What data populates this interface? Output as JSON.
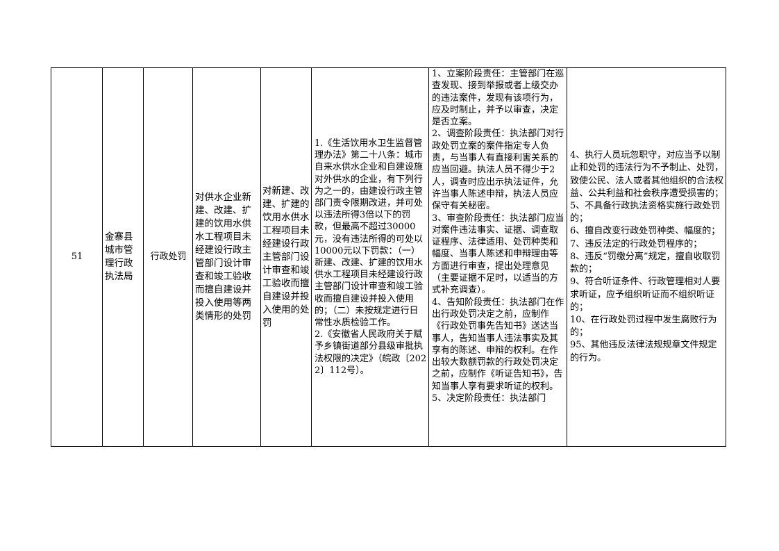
{
  "row": {
    "number": "51",
    "department": "金寨县城市管理行政执法局",
    "power_type": "行政处罚",
    "item_name": "对供水企业新建、改建、扩建的饮用水供水工程项目未经建设行政主管部门设计审查和竣工验收而擅自建设并投入使用等两类情形的处罚",
    "sub_item": "对新建、改建、扩建的饮用水供水工程项目未经建设行政主管部门设计审查和竣工验收而擅自建设并投入使用的处罚",
    "legal_basis": "1.《生活饮用水卫生监督管理办法》第二十八条：城市自来水供水企业和自建设施对外供水的企业，有下列行为之一的，由建设行政主管部门责令限期改进，并可处以违法所得3倍以下的罚款，但最高不超过30000元，没有违法所得的可处以10000元以下罚款：（一）新建、改建、扩建的饮用水供水工程项目未经建设行政主管部门设计审查和竣工验收而擅自建设并投入使用的；（二）未按规定进行日常性水质检验工作。\n2.《安徽省人民政府关于赋予乡镇街道部分县级审批执法权限的决定》（皖政〔2022〕112号）。",
    "responsibility": "1、立案阶段责任：主管部门在巡查发现、接到举报或者上级交办的违法案件，发现有该项行为，应及时制止，并予以审查，决定是否立案。\n2、调查阶段责任：执法部门对行政处罚立案的案件指定专人负责，与当事人有直接利害关系的应当回避。执法人员不得少于2人，调查时应出示执法证件，允许当事人陈述申辩，执法人员应保守有关秘密。\n3、审查阶段责任：执法部门应当对案件违法事实、证据、调查取证程序、法律适用、处罚种类和幅度、当事人陈述和申辩理由等方面进行审查，提出处理意见（主要证据不足时，以适当的方式补充调查）。\n4、告知阶段责任：执法部门在作出行政处罚决定之前，应制作《行政处罚事先告知书》送达当事人，告知当事人违法事实及其享有的陈述、申辩的权利。在作出较大数额罚款的行政处罚决定之前，应制作《听证告知书》，告知当事人享有要求听证的权利。\n5、决定阶段责任：执法部门",
    "accountability": "4、执行人员玩忽职守，对应当予以制止和处罚的违法行为不予制止、处罚，致使公民、法人或者其他组织的合法权益、公共利益和社会秩序遭受损害的；\n5、不具备行政执法资格实施行政处罚的；\n6、擅自改变行政处罚种类、幅度的；\n7、违反法定的行政处罚程序的；\n8、违反“罚缴分离”规定，擅自收取罚款的；\n9、符合听证条件、行政管理相对人要求听证，应予组织听证而不组织听证的；\n10、在行政处罚过程中发生腐败行为的；\n95、其他违反法律法规规章文件规定的行为。"
  }
}
